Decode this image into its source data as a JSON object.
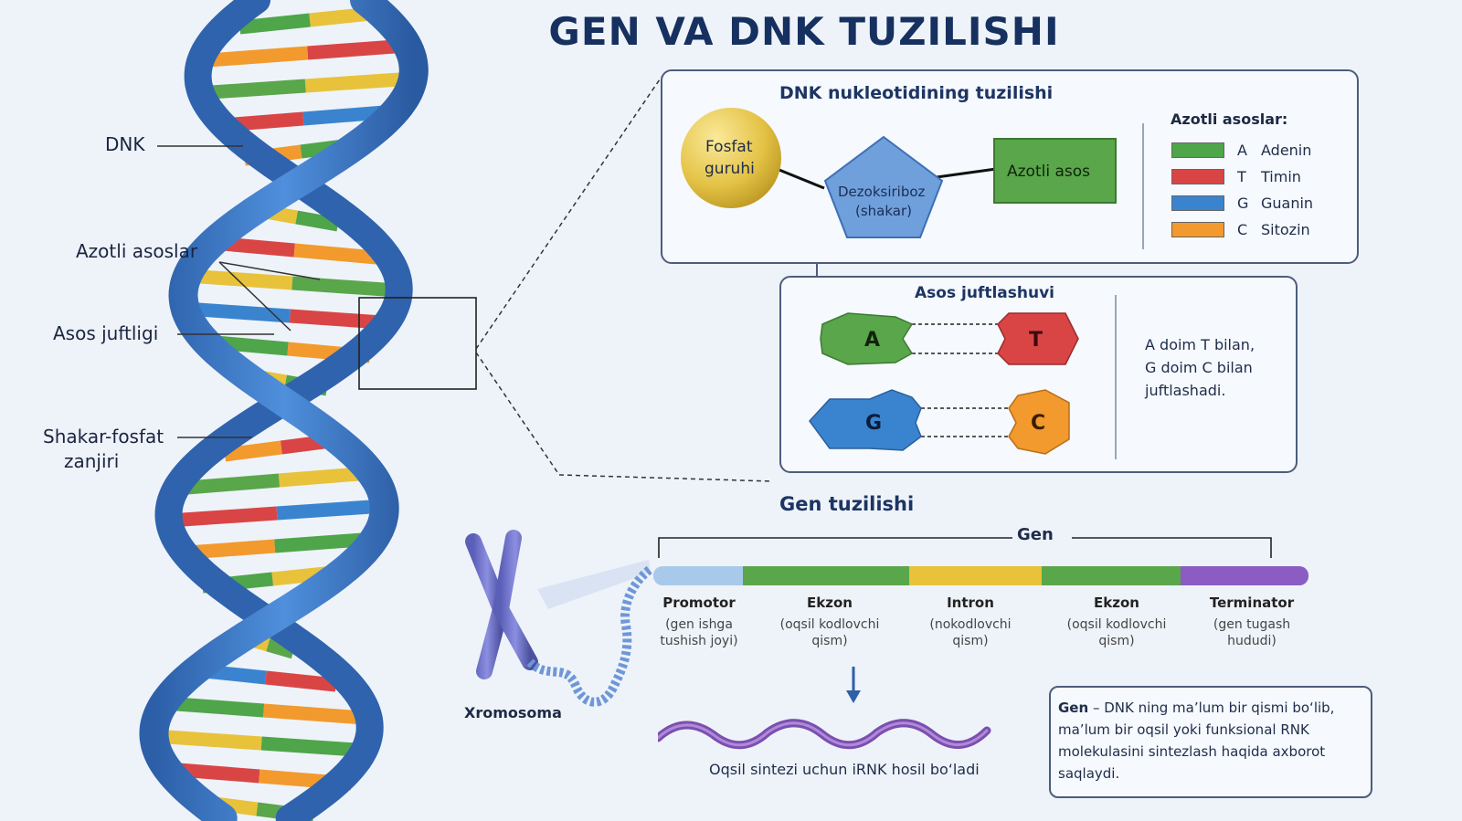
{
  "title": "GEN VA DNK TUZILISHI",
  "dna_labels": {
    "dnk": "DNK",
    "azotli_asoslar": "Azotli asoslar",
    "asos_juftligi": "Asos juftligi",
    "shakar_fosfat_1": "Shakar-fosfat",
    "shakar_fosfat_2": "zanjiri"
  },
  "nucleotide": {
    "title": "DNK nukleotidining tuzilishi",
    "fosfat_1": "Fosfat",
    "fosfat_2": "guruhi",
    "sugar_1": "Dezoksiriboz",
    "sugar_2": "(shakar)",
    "base": "Azotli asos"
  },
  "legend": {
    "title": "Azotli asoslar:",
    "items": [
      {
        "letter": "A",
        "name": "Adenin",
        "color": "#4fa54a"
      },
      {
        "letter": "T",
        "name": "Timin",
        "color": "#d94545"
      },
      {
        "letter": "G",
        "name": "Guanin",
        "color": "#3a84cf"
      },
      {
        "letter": "C",
        "name": "Sitozin",
        "color": "#f29a2e"
      }
    ]
  },
  "pairing": {
    "title": "Asos juftlashuvi",
    "a": "A",
    "t": "T",
    "g": "G",
    "c": "C",
    "note_1": "A doim T bilan,",
    "note_2": "G doim C bilan",
    "note_3": "juftlashadi."
  },
  "gene": {
    "title": "Gen tuzilishi",
    "bracket": "Gen",
    "chromosome": "Xromosoma",
    "segments": [
      {
        "name": "Promotor",
        "desc1": "(gen ishga",
        "desc2": "tushish joyi)",
        "color": "#a9c9ea"
      },
      {
        "name": "Ekzon",
        "desc1": "(oqsil kodlovchi",
        "desc2": "qism)",
        "color": "#5aa64a"
      },
      {
        "name": "Intron",
        "desc1": "(nokodlovchi",
        "desc2": "qism)",
        "color": "#e8c23a"
      },
      {
        "name": "Ekzon",
        "desc1": "(oqsil kodlovchi",
        "desc2": "qism)",
        "color": "#5aa64a"
      },
      {
        "name": "Terminator",
        "desc1": "(gen tugash",
        "desc2": "hududi)",
        "color": "#8a5cc4"
      }
    ],
    "mrna": "Oqsil sintezi uchun iRNK hosil bo‘ladi"
  },
  "definition": {
    "bold": "Gen",
    "line1": " – DNK ning ma’lum bir qismi bo‘lib,",
    "line2": "ma’lum bir oqsil yoki funksional RNK",
    "line3": "molekulasini sintezlash haqida axborot",
    "line4": "saqlaydi."
  }
}
